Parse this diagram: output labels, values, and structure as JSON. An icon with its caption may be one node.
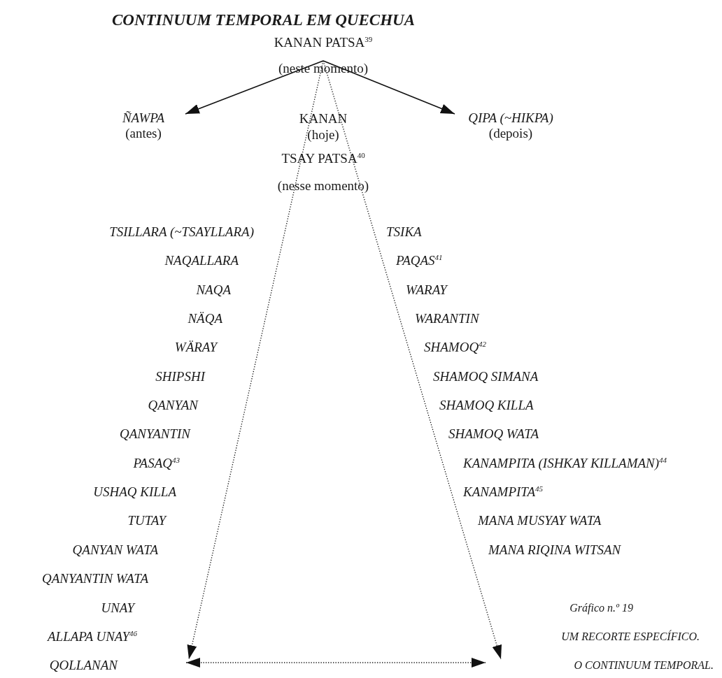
{
  "diagram": {
    "title": "CONTINUUM TEMPORAL EM QUECHUA",
    "nodes": [
      {
        "text": [
          "KANAN PATSA$^{39}$",
          "(neste momento)"
        ]
      },
      {
        "text": [
          "ÑAWPA",
          "(antes)"
        ]
      },
      {
        "text": [
          "QIPA (~HIKPA)",
          "(depois)"
        ]
      }
    ],
    "edges": [
      {
        "from": 0,
        "to": 1,
        "arrow": "to"
      },
      {
        "from": 0,
        "to": 2,
        "arrow": "to"
      },
      {
        "from": 0,
        "to": null,
        "arrow": "to",
        "style": "dashed"
      },
      {
        "from": 0,
        "to": null,
        "arrow": "to",
        "style": "dashed"
      }
    ],
    "labels": [
      "KANAN",
      "(hoje)",
      "TSAY PATSA$^{40}$",
      "(nesse momento)",
      "TSILLARA (~TSAYLLARA)",
      "TSIKA",
      "NAQALLARA",
      "PAQAS$^{41}$",
      "NAQA",
      "WARAY",
      "NÄQA",
      "WARANTIN",
      "WÄRAY",
      "SHAMOQ$^{42}$",
      "SHIPSHI",
      "SHAMOQ SIMANA",
      "QANYAN",
      "SHAMOQ KILLA",
      "QANYANTIN",
      "SHAMOQ WATA",
      "PASAQ$^{43}$",
      "KANAMPITA (ISHKAY KILLAMAN)$^{44}$",
      "USHAQ KILLA",
      "KANAMPITA$^{45}$",
      "TUTAY",
      "MANA MUSYAY WATA",
      "QANYAN WATA",
      "MANA RIQINA WITSAN",
      "QANYANTIN WATA",
      "UNAY",
      "Gráfico n.º 19",
      "ALLAPA UNAY$^{46}$",
      "UM RECORTE ESPECÍFICO.",
      "QOLLANAN",
      "O CONTINUUM TEMPORAL."
    ]
  }
}
